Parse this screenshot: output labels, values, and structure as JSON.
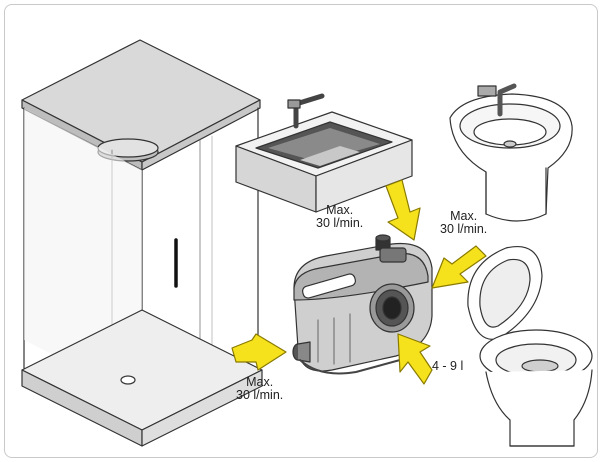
{
  "labels": {
    "sink_flow": {
      "line1": "Max.",
      "line2": "30 l/min."
    },
    "bidet_flow": {
      "line1": "Max.",
      "line2": "30 l/min."
    },
    "shower_flow": {
      "line1": "Max.",
      "line2": "30 l/min."
    },
    "toilet_flush": {
      "text": "4 - 9 l"
    }
  },
  "colors": {
    "arrow_fill": "#f5e21c",
    "arrow_stroke": "#8a7a00",
    "line": "#333333",
    "shower_top": "#d4d4d4",
    "pump_body": "#b8b8b8",
    "pump_dark": "#555555"
  },
  "icons": [
    "shower-cabin-icon",
    "washbasin-icon",
    "bidet-icon",
    "toilet-icon",
    "pump-unit-icon",
    "flow-arrow-icon"
  ]
}
